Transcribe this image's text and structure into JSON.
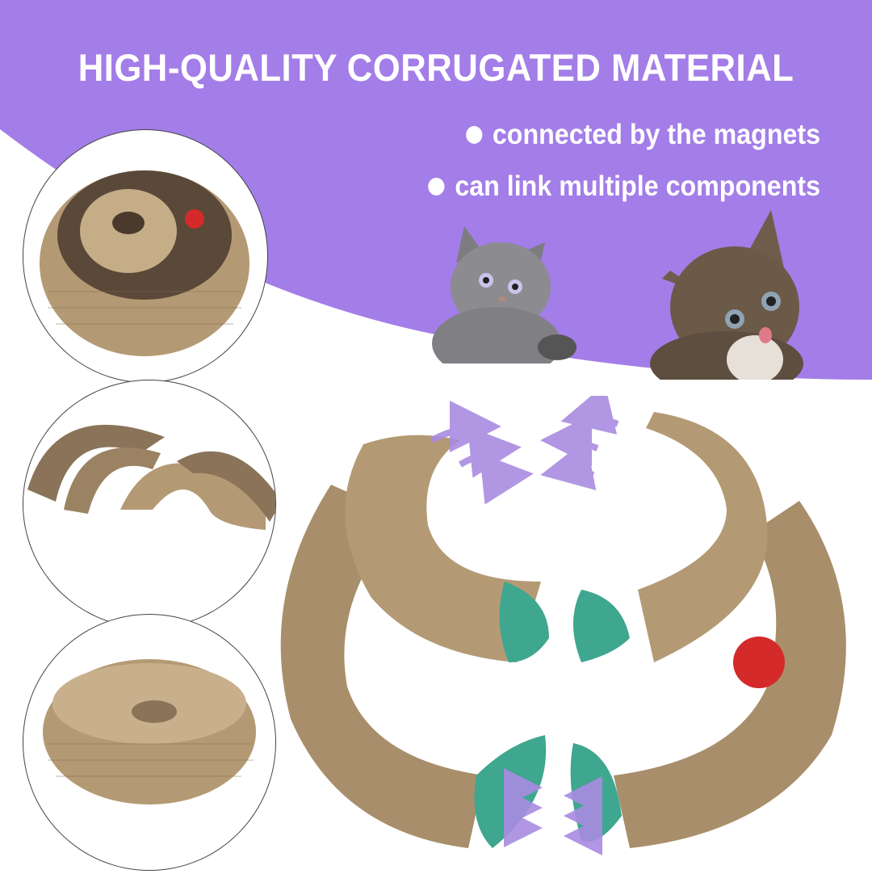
{
  "banner": {
    "headline": "HIGH-QUALITY CORRUGATED MATERIAL",
    "bullets": [
      "connected by the magnets",
      "can link multiple components"
    ],
    "background_color": "#A37DE8",
    "text_color": "#FFFFFF"
  },
  "images": {
    "cats": [
      {
        "name": "gray-kitten",
        "color": "#8a8a8c"
      },
      {
        "name": "tabby-kitten",
        "color": "#6b5a48"
      }
    ],
    "thumbnails": [
      {
        "name": "nested-ring-scratcher-with-ball"
      },
      {
        "name": "arch-scratchers"
      },
      {
        "name": "donut-scratcher"
      }
    ],
    "main_product": {
      "name": "magnetic-split-ring-scratcher",
      "accent_color": "#3fa68f",
      "ball_color": "#d42a2a"
    }
  },
  "colors": {
    "cardboard": "#b49a74",
    "cardboard_dark": "#8a7358",
    "arrow": "#a98be0"
  }
}
